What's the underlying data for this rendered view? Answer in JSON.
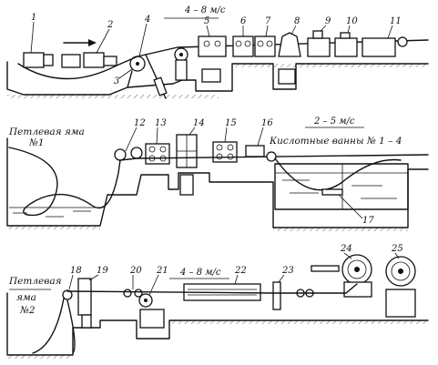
{
  "row1": {
    "speed": "4 – 8 м/с",
    "numbers": [
      "1",
      "2",
      "3",
      "4",
      "5",
      "6",
      "7",
      "8",
      "9",
      "10",
      "11"
    ]
  },
  "row2": {
    "pit_label_1": "Петлевая яма",
    "pit_label_2": "№1",
    "speed": "2 – 5 м/с",
    "baths_label": "Кислотные ванны  № 1 – 4",
    "numbers": [
      "12",
      "13",
      "14",
      "15",
      "16",
      "17"
    ]
  },
  "row3": {
    "pit_label_1": "Петлевая",
    "pit_label_2": "яма",
    "pit_label_3": "№2",
    "speed": "4 – 8 м/с",
    "numbers": [
      "18",
      "19",
      "20",
      "21",
      "22",
      "23",
      "24",
      "25"
    ]
  }
}
